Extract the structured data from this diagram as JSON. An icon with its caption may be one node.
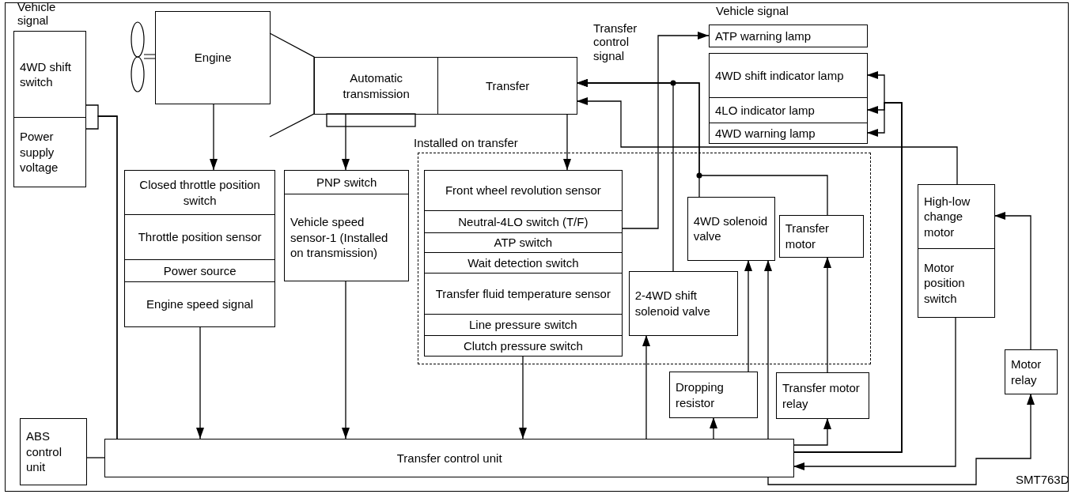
{
  "diagram": {
    "nodes": [
      {
        "text": [
          "4WD shift switch"
        ]
      },
      {
        "text": [
          "Power supply voltage"
        ]
      },
      {
        "text": [
          "Engine"
        ]
      },
      {
        "text": [
          "Automatic transmission"
        ]
      },
      {
        "text": [
          "Transfer"
        ]
      },
      {
        "text": [
          "ATP warning lamp"
        ]
      },
      {
        "text": [
          "4WD shift indicator lamp"
        ]
      },
      {
        "text": [
          "4LO indicator lamp"
        ]
      },
      {
        "text": [
          "4WD warning lamp"
        ]
      },
      {
        "text": [
          "Installed on transfer"
        ]
      },
      {
        "text": [
          "Closed throttle position switch"
        ]
      },
      {
        "text": [
          "Throttle position sensor"
        ]
      },
      {
        "text": [
          "Power source"
        ]
      },
      {
        "text": [
          "Engine speed signal"
        ]
      },
      {
        "text": [
          "PNP switch"
        ]
      },
      {
        "text": [
          "Vehicle speed sensor-1 (Installed on transmission)"
        ]
      },
      {
        "text": [
          "Front wheel revolution sensor"
        ],
        "in": 9
      },
      {
        "text": [
          "Neutral-4LO switch (T/F)"
        ],
        "in": 9
      },
      {
        "text": [
          "ATP switch"
        ],
        "in": 9
      },
      {
        "text": [
          "Wait detection switch"
        ],
        "in": 9
      },
      {
        "text": [
          "Transfer fluid temperature sensor"
        ],
        "in": 9
      },
      {
        "text": [
          "Line pressure switch"
        ],
        "in": 9
      },
      {
        "text": [
          "Clutch pressure switch"
        ],
        "in": 9
      },
      {
        "text": [
          "4WD solenoid valve"
        ],
        "in": 9
      },
      {
        "text": [
          "Transfer motor"
        ],
        "in": 9
      },
      {
        "text": [
          "2-4WD shift solenoid valve"
        ],
        "in": 9
      },
      {
        "text": [
          "Dropping resistor"
        ]
      },
      {
        "text": [
          "Transfer motor relay"
        ]
      },
      {
        "text": [
          "High-low change motor"
        ]
      },
      {
        "text": [
          "Motor position switch"
        ]
      },
      {
        "text": [
          "Motor relay"
        ]
      },
      {
        "text": [
          "ABS control unit"
        ]
      },
      {
        "text": [
          "Transfer control unit"
        ]
      }
    ],
    "edges": [
      {
        "from": 2,
        "to": 10,
        "arrow": "to"
      },
      {
        "from": 3,
        "to": 14,
        "arrow": "to"
      },
      {
        "from": 4,
        "to": 16,
        "arrow": "to"
      },
      {
        "from": 13,
        "to": 32,
        "arrow": "to"
      },
      {
        "from": 15,
        "to": 32,
        "arrow": "to"
      },
      {
        "from": 22,
        "to": 32,
        "arrow": "to"
      },
      {
        "from": 0,
        "to": 32,
        "arrow": "none"
      },
      {
        "from": 1,
        "to": 32,
        "arrow": "none"
      },
      {
        "from": 31,
        "to": 32,
        "arrow": "none"
      },
      {
        "from": 17,
        "to": 5,
        "arrow": "to"
      },
      {
        "from": 25,
        "to": 4,
        "arrow": "to"
      },
      {
        "from": 23,
        "to": 4,
        "arrow": "to"
      },
      {
        "from": 24,
        "to": 4,
        "arrow": "to"
      },
      {
        "from": 28,
        "to": 4,
        "arrow": "to"
      },
      {
        "from": 32,
        "to": 6,
        "arrow": "to"
      },
      {
        "from": 32,
        "to": 7,
        "arrow": "to"
      },
      {
        "from": 32,
        "to": 8,
        "arrow": "to"
      },
      {
        "from": 32,
        "to": 27,
        "arrow": "to"
      },
      {
        "from": 32,
        "to": 26,
        "arrow": "to"
      },
      {
        "from": 32,
        "to": 25,
        "arrow": "to"
      },
      {
        "from": 26,
        "to": 23,
        "arrow": "to"
      },
      {
        "from": 32,
        "to": 23,
        "arrow": "to"
      },
      {
        "from": 32,
        "to": 30,
        "arrow": "to"
      },
      {
        "from": 27,
        "to": 24,
        "arrow": "to"
      },
      {
        "from": 30,
        "to": 28,
        "arrow": "to"
      },
      {
        "from": 29,
        "to": 32,
        "arrow": "to"
      }
    ],
    "labels": [
      "Vehicle signal",
      "Transfer control signal",
      "Vehicle signal",
      "SMT763D"
    ]
  }
}
